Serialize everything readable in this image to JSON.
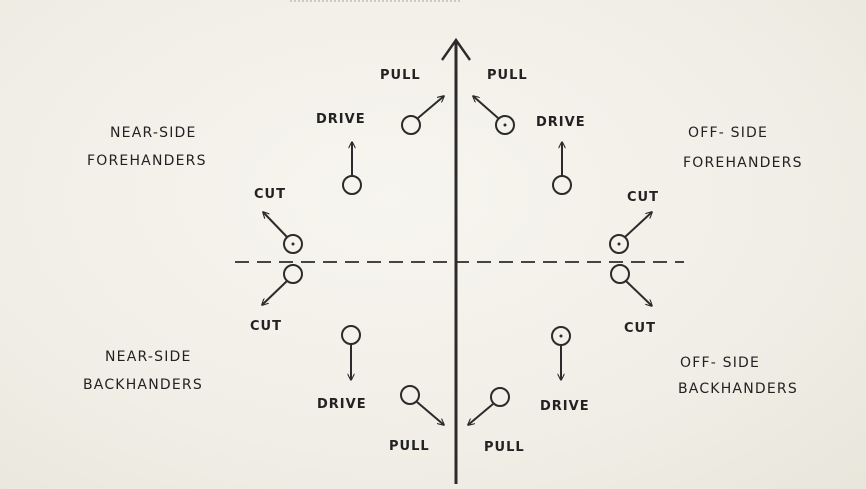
{
  "colors": {
    "ink": "#2b2b2b",
    "paper": "#f1efe8"
  },
  "labels": {
    "near_side_forehanders_1": "NEAR-SIDE",
    "near_side_forehanders_2": "FOREHANDERS",
    "off_side_forehanders_1": "OFF- SIDE",
    "off_side_forehanders_2": "FOREHANDERS",
    "near_side_backhanders_1": "NEAR-SIDE",
    "near_side_backhanders_2": "BACKHANDERS",
    "off_side_backhanders_1": "OFF- SIDE",
    "off_side_backhanders_2": "BACKHANDERS",
    "pull_top_left": "PULL",
    "pull_top_right": "PULL",
    "drive_top_left": "DRIVE",
    "drive_top_right": "DRIVE",
    "cut_upper_left": "CUT",
    "cut_upper_right": "CUT",
    "cut_lower_left": "CUT",
    "cut_lower_right": "CUT",
    "drive_bottom_left": "DRIVE",
    "drive_bottom_right": "DRIVE",
    "pull_bottom_left": "PULL",
    "pull_bottom_right": "PULL"
  }
}
